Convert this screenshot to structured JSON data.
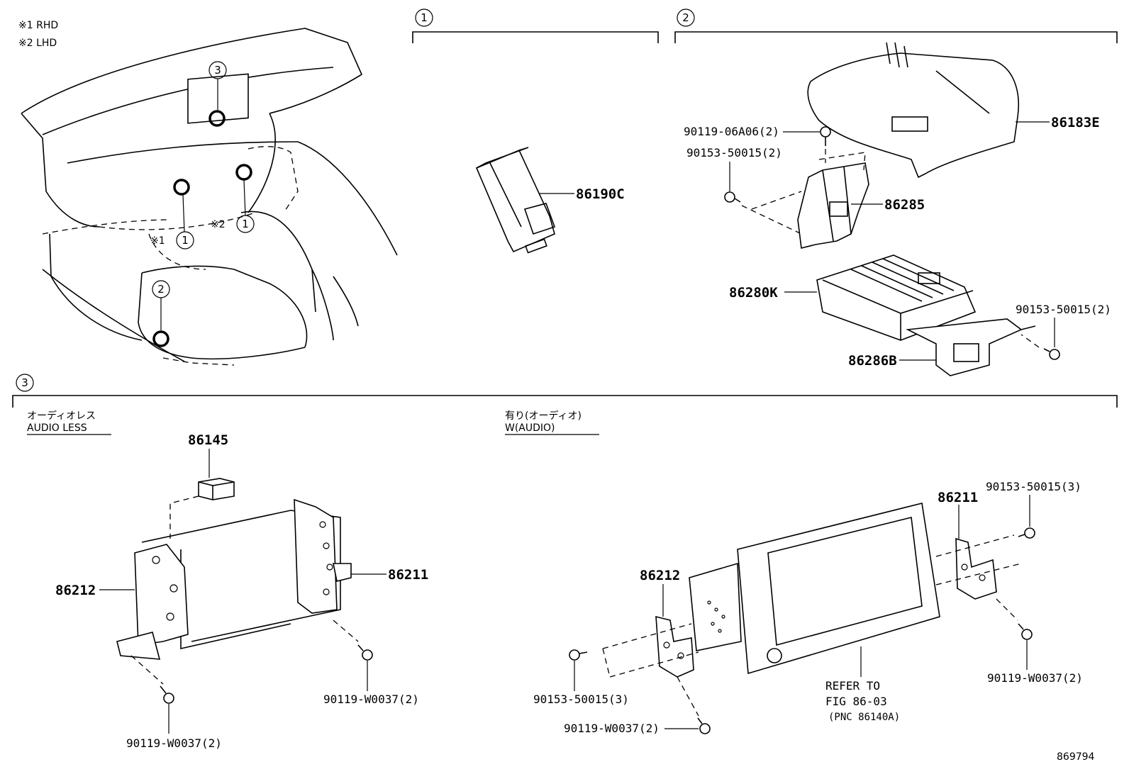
{
  "legend": {
    "note1": "※1 RHD",
    "note2": "※2 LHD"
  },
  "callouts": {
    "c1": "1",
    "c2": "2",
    "c3": "3",
    "marker1": "※1",
    "marker2": "※2"
  },
  "section3": {
    "audioless_jp": "オーディオレス",
    "audioless_en": "AUDIO LESS",
    "waudio_jp": "有り(オーディオ)",
    "waudio_en": "W(AUDIO)"
  },
  "parts": {
    "p86190C": "86190C",
    "p86183E": "86183E",
    "p90119_06A06": "90119-06A06(2)",
    "p90153_50015_a": "90153-50015(2)",
    "p86285": "86285",
    "p86280K": "86280K",
    "p90153_50015_b": "90153-50015(2)",
    "p86286B": "86286B",
    "p86145": "86145",
    "p86212_a": "86212",
    "p86211_a": "86211",
    "p90119_W0037_a": "90119-W0037(2)",
    "p90119_W0037_b": "90119-W0037(2)",
    "p86211_b": "86211",
    "p90153_50015_c": "90153-50015(3)",
    "p86212_b": "86212",
    "p90153_50015_d": "90153-50015(3)",
    "p90119_W0037_c": "90119-W0037(2)",
    "p90119_W0037_d": "90119-W0037(2)"
  },
  "refer": {
    "line1": "REFER TO",
    "line2": "FIG 86-03",
    "line3": "(PNC 86140A)"
  },
  "figure_id": "869794"
}
